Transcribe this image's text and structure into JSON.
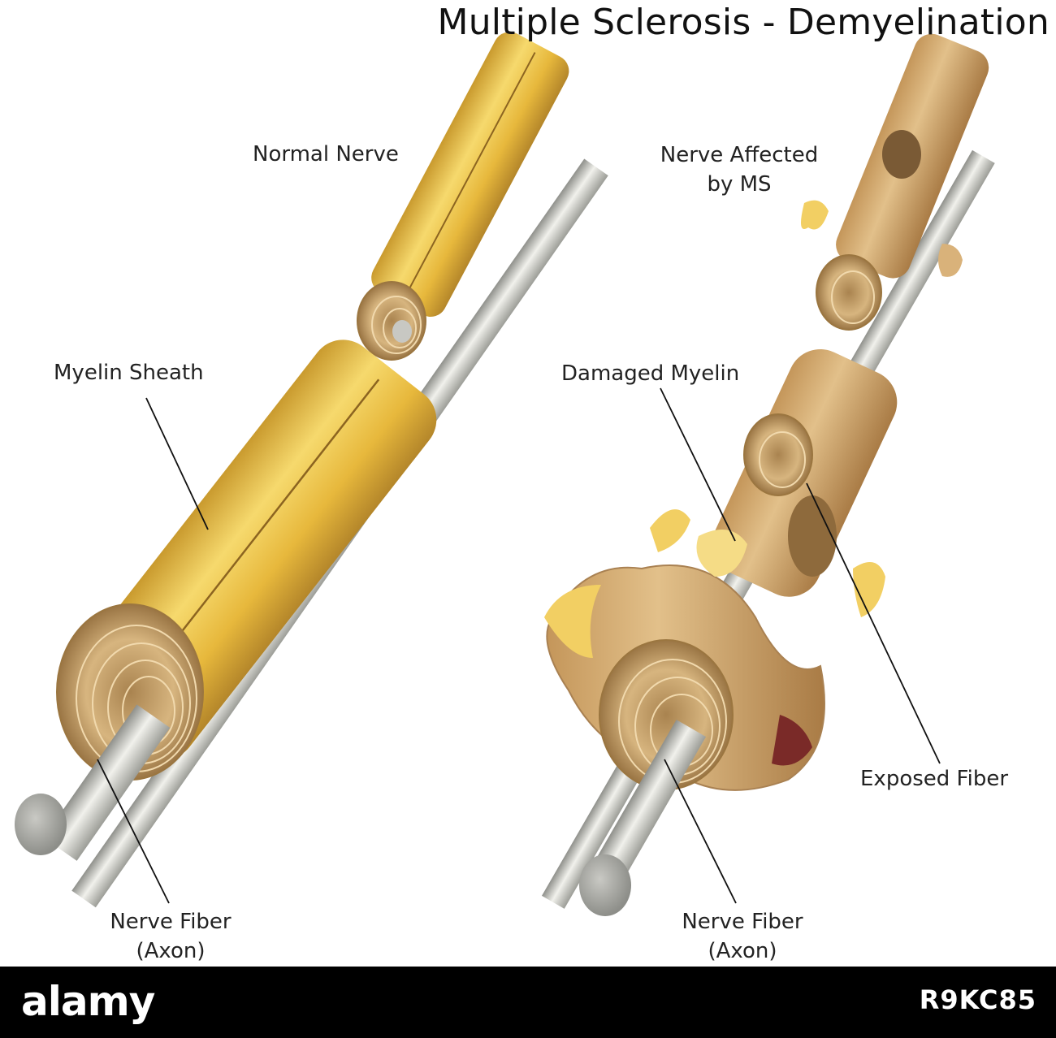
{
  "title": "Multiple Sclerosis - Demyelination",
  "labels": {
    "normal_nerve": "Normal Nerve",
    "myelin_sheath": "Myelin Sheath",
    "nerve_fiber_left_1": "Nerve Fiber",
    "nerve_fiber_left_2": "(Axon)",
    "affected_1": "Nerve Affected",
    "affected_2": "by MS",
    "damaged_myelin": "Damaged Myelin",
    "exposed_fiber": "Exposed Fiber",
    "nerve_fiber_right_1": "Nerve Fiber",
    "nerve_fiber_right_2": "(Axon)"
  },
  "footer": {
    "brand": "alamy",
    "image_id": "R9KC85"
  },
  "colors": {
    "myelin_light": "#f5d77a",
    "myelin_mid": "#e3b52f",
    "myelin_dark": "#b98a33",
    "damaged_myelin": "#d9b27a",
    "axon_light": "#eeeeea",
    "axon_dark": "#9a9b96"
  }
}
